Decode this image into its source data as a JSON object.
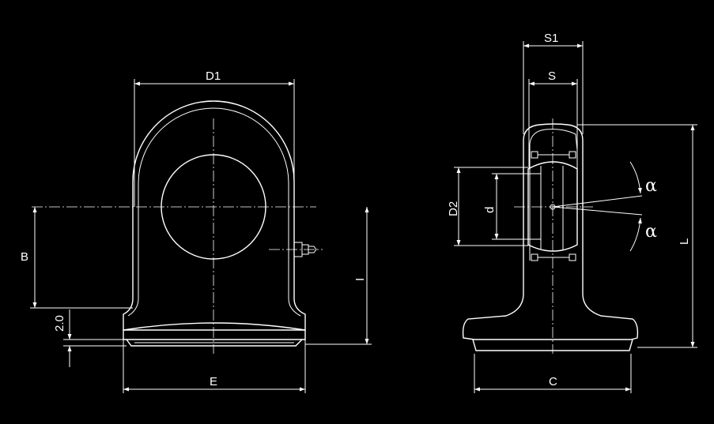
{
  "front_view": {
    "labels": {
      "d1": "D1",
      "b": "B",
      "i": "I",
      "e": "E",
      "dim_2_0": "2.0"
    }
  },
  "side_view": {
    "labels": {
      "s1": "S1",
      "s": "S",
      "d2": "D2",
      "d": "d",
      "l": "L",
      "c": "C",
      "alpha_top": "α",
      "alpha_bottom": "α"
    }
  }
}
